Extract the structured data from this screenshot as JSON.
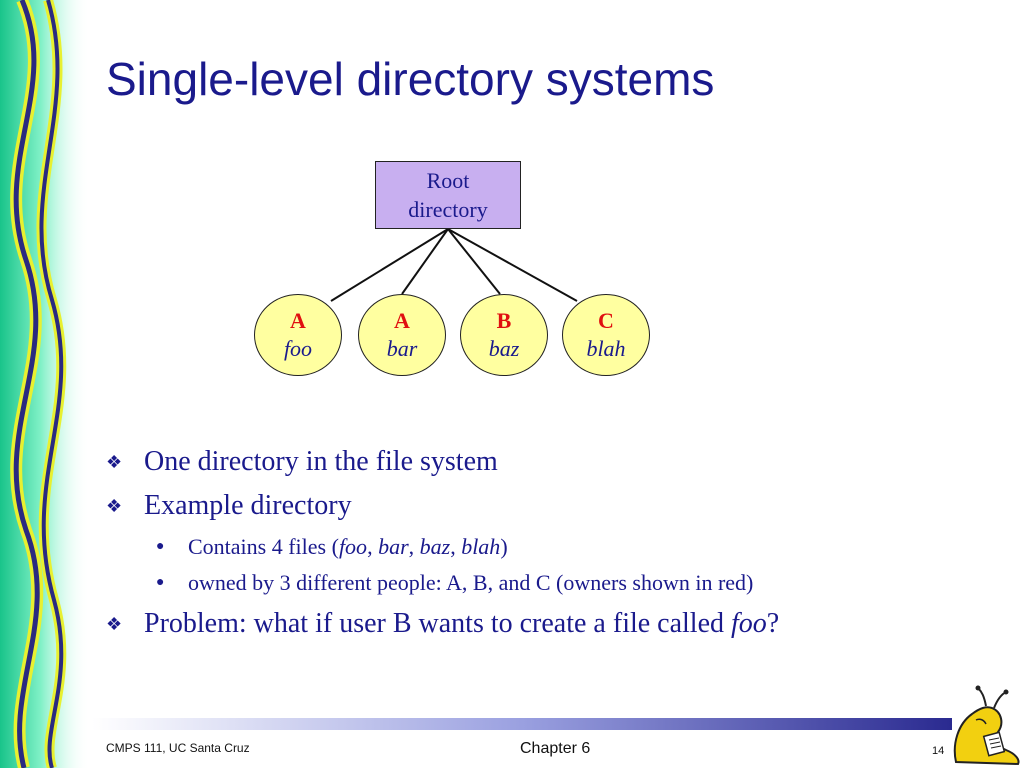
{
  "slide": {
    "title": "Single-level directory systems"
  },
  "diagram": {
    "root": {
      "line1": "Root",
      "line2": "directory"
    },
    "files": [
      {
        "owner": "A",
        "name": "foo"
      },
      {
        "owner": "A",
        "name": "bar"
      },
      {
        "owner": "B",
        "name": "baz"
      },
      {
        "owner": "C",
        "name": "blah"
      }
    ]
  },
  "bullets": {
    "b1": "One directory in the file system",
    "b2": "Example directory",
    "b2_sub1": {
      "prefix": "Contains 4 files (",
      "f1": "foo",
      "sep1": ", ",
      "f2": "bar",
      "sep2": ", ",
      "f3": "baz",
      "sep3": ", ",
      "f4": "blah",
      "suffix": ")"
    },
    "b2_sub2": "owned by 3 different people: A, B, and C (owners shown in red)",
    "b3": {
      "prefix": "Problem: what if user B wants to create a file called ",
      "italic": "foo",
      "suffix": "?"
    }
  },
  "footer": {
    "left": "CMPS 111, UC Santa Cruz",
    "center": "Chapter 6",
    "right": "14"
  },
  "colors": {
    "title": "#1a1a8c",
    "owner": "#e01010",
    "root_fill": "#c8aff0",
    "node_fill": "#ffffa0"
  }
}
